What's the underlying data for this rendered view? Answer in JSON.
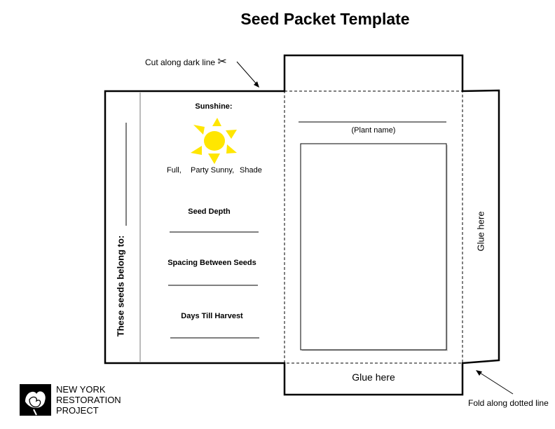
{
  "title": "Seed Packet Template",
  "instructions": {
    "cut": "Cut along dark line",
    "fold": "Fold along dotted line"
  },
  "packet": {
    "belong_label": "These seeds belong to:",
    "plant_name_label": "(Plant name)",
    "glue_bottom": "Glue here",
    "glue_right": "Glue here"
  },
  "sunshine": {
    "title": "Sunshine:",
    "options": [
      "Full,",
      "Party Sunny,",
      "Shade"
    ],
    "color": "#FFE600"
  },
  "fields": [
    {
      "label": "Seed Depth"
    },
    {
      "label": "Spacing Between Seeds"
    },
    {
      "label": "Days Till Harvest"
    }
  ],
  "logo": {
    "lines": [
      "NEW YORK",
      "RESTORATION",
      "PROJECT"
    ],
    "icon": "rose-icon"
  }
}
